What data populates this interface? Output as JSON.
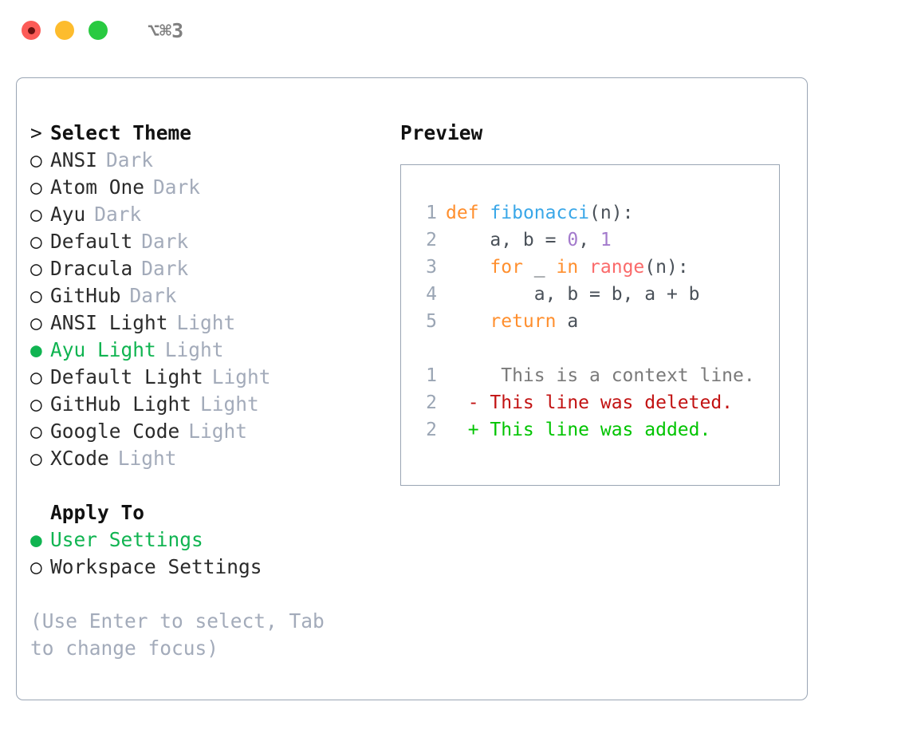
{
  "titlebar": {
    "shortcut": "⌥⌘3",
    "buttons": [
      {
        "name": "close",
        "color": "#fc5b57"
      },
      {
        "name": "minimize",
        "color": "#fdbc2d"
      },
      {
        "name": "maximize",
        "color": "#29ca41"
      }
    ]
  },
  "theme_section": {
    "header_marker": ">",
    "header_label": "Select Theme",
    "items": [
      {
        "marker": "○",
        "label": "ANSI",
        "tag": "Dark",
        "selected": false
      },
      {
        "marker": "○",
        "label": "Atom One",
        "tag": "Dark",
        "selected": false
      },
      {
        "marker": "○",
        "label": "Ayu",
        "tag": "Dark",
        "selected": false
      },
      {
        "marker": "○",
        "label": "Default",
        "tag": "Dark",
        "selected": false
      },
      {
        "marker": "○",
        "label": "Dracula",
        "tag": "Dark",
        "selected": false
      },
      {
        "marker": "○",
        "label": "GitHub",
        "tag": "Dark",
        "selected": false
      },
      {
        "marker": "○",
        "label": "ANSI Light",
        "tag": "Light",
        "selected": false
      },
      {
        "marker": "●",
        "label": "Ayu Light",
        "tag": "Light",
        "selected": true
      },
      {
        "marker": "○",
        "label": "Default Light",
        "tag": "Light",
        "selected": false
      },
      {
        "marker": "○",
        "label": "GitHub Light",
        "tag": "Light",
        "selected": false
      },
      {
        "marker": "○",
        "label": "Google Code",
        "tag": "Light",
        "selected": false
      },
      {
        "marker": "○",
        "label": "XCode",
        "tag": "Light",
        "selected": false
      }
    ]
  },
  "apply_section": {
    "header_marker": " ",
    "header_label": "Apply To",
    "items": [
      {
        "marker": "●",
        "label": "User Settings",
        "selected": true
      },
      {
        "marker": "○",
        "label": "Workspace Settings",
        "selected": false
      }
    ]
  },
  "hint": "(Use Enter to select, Tab to change focus)",
  "preview": {
    "title": "Preview",
    "code_lines": [
      {
        "no": "1",
        "tokens": [
          {
            "t": "def",
            "c": "kw"
          },
          {
            "t": " ",
            "c": "pn"
          },
          {
            "t": "fibonacci",
            "c": "fn"
          },
          {
            "t": "(n):",
            "c": "pn"
          }
        ]
      },
      {
        "no": "2",
        "tokens": [
          {
            "t": "    a, b ",
            "c": "var"
          },
          {
            "t": "= ",
            "c": "pn"
          },
          {
            "t": "0",
            "c": "num"
          },
          {
            "t": ", ",
            "c": "pn"
          },
          {
            "t": "1",
            "c": "num"
          }
        ]
      },
      {
        "no": "3",
        "tokens": [
          {
            "t": "    ",
            "c": "pn"
          },
          {
            "t": "for",
            "c": "kw"
          },
          {
            "t": " _ ",
            "c": "var"
          },
          {
            "t": "in",
            "c": "kw"
          },
          {
            "t": " ",
            "c": "pn"
          },
          {
            "t": "range",
            "c": "bi"
          },
          {
            "t": "(n):",
            "c": "pn"
          }
        ]
      },
      {
        "no": "4",
        "tokens": [
          {
            "t": "        a, b ",
            "c": "var"
          },
          {
            "t": "= ",
            "c": "pn"
          },
          {
            "t": "b, a + b",
            "c": "var"
          }
        ]
      },
      {
        "no": "5",
        "tokens": [
          {
            "t": "    ",
            "c": "pn"
          },
          {
            "t": "return",
            "c": "kw"
          },
          {
            "t": " a",
            "c": "var"
          }
        ]
      }
    ],
    "diff_lines": [
      {
        "no": "1",
        "sign": " ",
        "text": "  This is a context line.",
        "kind": "diff-ctx"
      },
      {
        "no": "2",
        "sign": "-",
        "text": " This line was deleted.",
        "kind": "diff-del"
      },
      {
        "no": "2",
        "sign": "+",
        "text": " This line was added.",
        "kind": "diff-add"
      }
    ]
  },
  "colors": {
    "accent_green": "#10b451",
    "muted": "#a3abba",
    "border": "#9aa5b4",
    "keyword": "#ff8f2e",
    "function": "#3aa7e8",
    "number": "#a37acc",
    "builtin": "#fa6a6a",
    "diff_deleted": "#c21212",
    "diff_added": "#00c400"
  }
}
